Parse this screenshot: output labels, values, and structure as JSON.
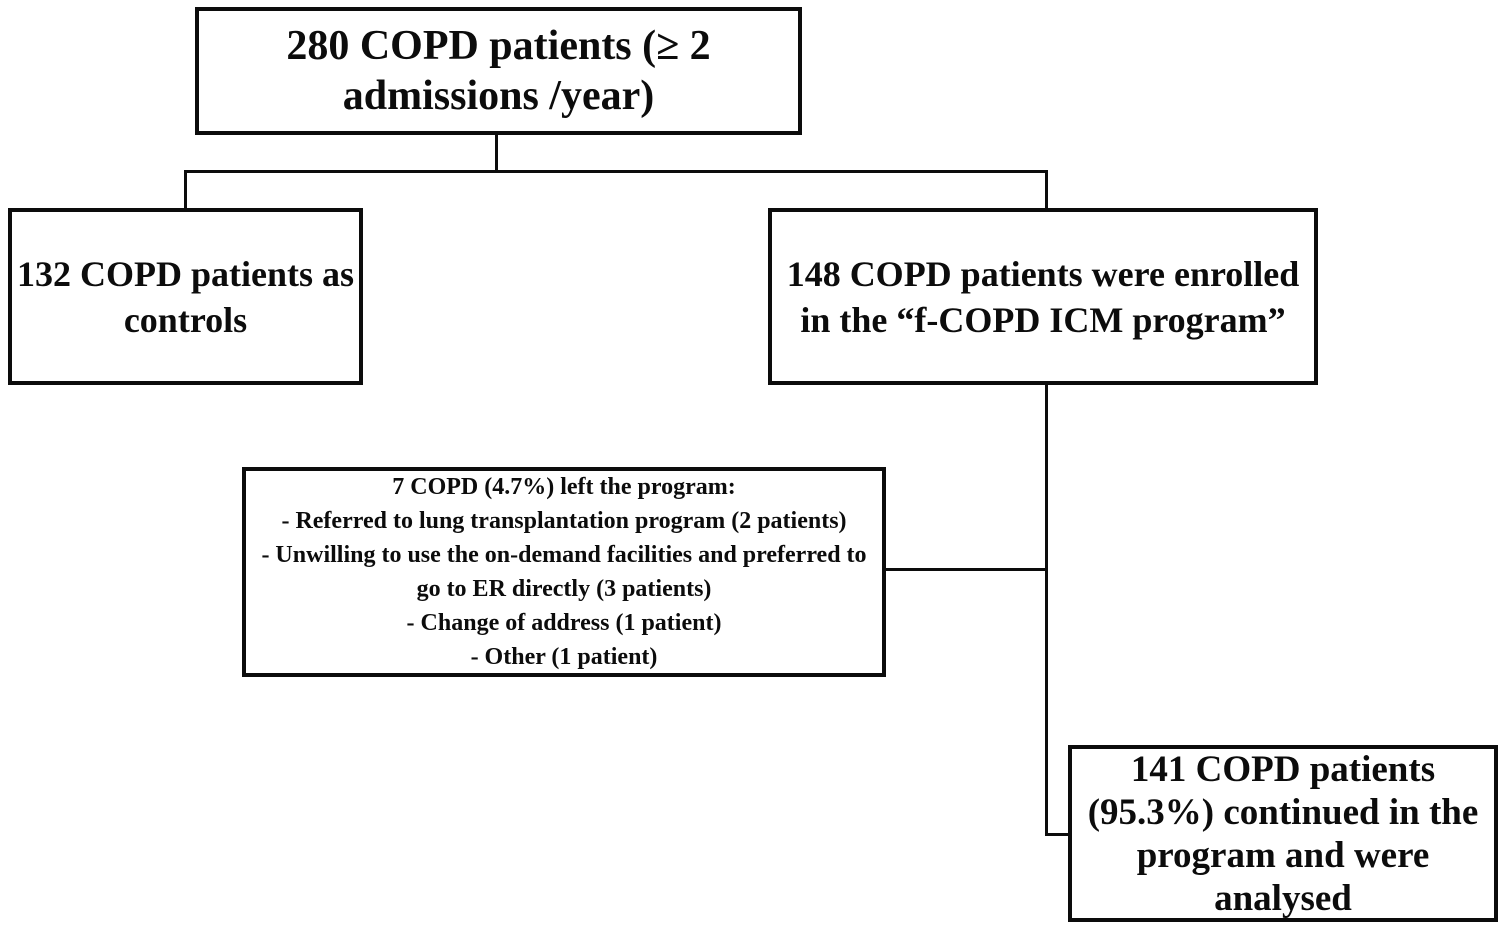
{
  "flowchart": {
    "nodes": {
      "total": {
        "text": "280 COPD patients (≥ 2\nadmissions /year)"
      },
      "controls": {
        "text": "132 COPD patients as\ncontrols"
      },
      "enrolled": {
        "text": "148 COPD patients were enrolled\nin the “f-COPD ICM program”"
      },
      "dropout": {
        "title": "7 COPD (4.7%) left the program:",
        "reasons": [
          "- Referred to lung transplantation program (2 patients)",
          "- Unwilling to use the on-demand facilities and preferred to\ngo to ER directly (3 patients)",
          "- Change of address (1 patient)",
          "- Other (1 patient)"
        ]
      },
      "continued": {
        "text": "141 COPD patients\n(95.3%) continued in the\nprogram and were analysed"
      }
    },
    "edges": [
      {
        "from": "total",
        "to": "controls"
      },
      {
        "from": "total",
        "to": "enrolled"
      },
      {
        "from": "enrolled",
        "to": "dropout"
      },
      {
        "from": "enrolled",
        "to": "continued"
      }
    ],
    "colors": {
      "border": "#0c0c0c",
      "background": "#ffffff",
      "text": "#0c0c0c"
    }
  }
}
